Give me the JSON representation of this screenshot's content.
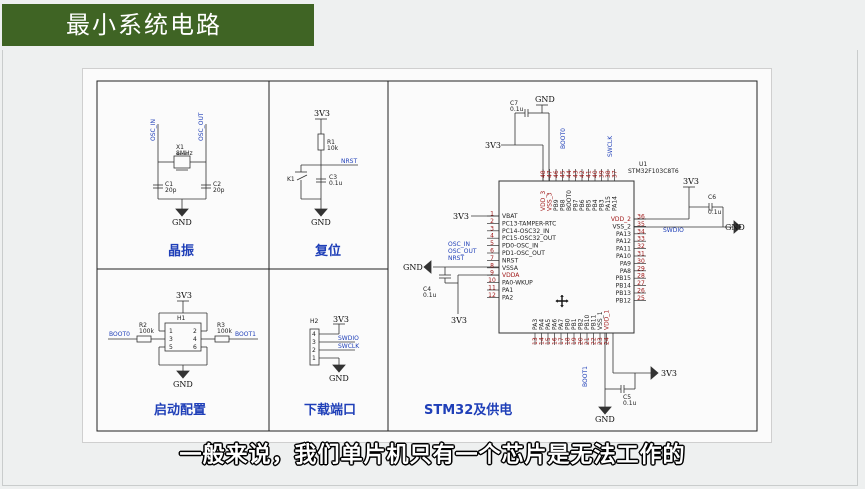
{
  "slide": {
    "title": "最小系统电路",
    "subtitle": "一般来说，我们单片机只有一个芯片是无法工作的"
  },
  "panels": {
    "crystal": "晶振",
    "reset": "复位",
    "boot": "启动配置",
    "download": "下载端口",
    "stm32": "STM32及供电"
  },
  "crystal": {
    "x1_ref": "X1",
    "x1_val": "8MHz",
    "c1_ref": "C1",
    "c1_val": "20p",
    "c2_ref": "C2",
    "c2_val": "20p",
    "osc_in": "OSC_IN",
    "osc_out": "OSC_OUT",
    "gnd": "GND"
  },
  "reset": {
    "vcc": "3V3",
    "r1_ref": "R1",
    "r1_val": "10k",
    "nrst": "NRST",
    "k1": "K1",
    "c3_ref": "C3",
    "c3_val": "0.1u",
    "gnd": "GND"
  },
  "boot": {
    "vcc": "3V3",
    "h1": "H1",
    "r2_ref": "R2",
    "r2_val": "100k",
    "r3_ref": "R3",
    "r3_val": "100k",
    "boot0": "BOOT0",
    "boot1": "BOOT1",
    "p1": "1",
    "p2": "2",
    "p3": "3",
    "p4": "4",
    "p5": "5",
    "p6": "6",
    "gnd": "GND"
  },
  "download": {
    "h2": "H2",
    "vcc": "3V3",
    "swdio": "SWDIO",
    "swclk": "SWCLK",
    "gnd": "GND",
    "p1": "1",
    "p2": "2",
    "p3": "3",
    "p4": "4"
  },
  "mcu": {
    "ref": "U1",
    "part": "STM32F103C8T6",
    "c7_ref": "C7",
    "c7_val": "0.1u",
    "c4_ref": "C4",
    "c4_val": "0.1u",
    "c5_ref": "C5",
    "c5_val": "0.1u",
    "c6_ref": "C6",
    "c6_val": "0.1u",
    "gnd": "GND",
    "vcc": "3V3",
    "left_pins": [
      "VBAT",
      "PC13-TAMPER-RTC",
      "PC14-OSC32_IN",
      "PC15-OSC32_OUT",
      "PD0-OSC_IN",
      "PD1-OSC_OUT",
      "NRST",
      "VSSA",
      "VDDA",
      "PA0-WKUP",
      "PA1",
      "PA2"
    ],
    "left_nums": [
      "1",
      "2",
      "3",
      "4",
      "5",
      "6",
      "7",
      "8",
      "9",
      "10",
      "11",
      "12"
    ],
    "right_pins": [
      "VDD_2",
      "VSS_2",
      "PA13",
      "PA12",
      "PA11",
      "PA10",
      "PA9",
      "PA8",
      "PB15",
      "PB14",
      "PB13",
      "PB12"
    ],
    "right_nums": [
      "36",
      "35",
      "34",
      "33",
      "32",
      "31",
      "30",
      "29",
      "28",
      "27",
      "26",
      "25"
    ],
    "top_pins": [
      "VDD_3",
      "VSS_3",
      "PB9",
      "PB8",
      "BOOT0",
      "PB7",
      "PB6",
      "PB5",
      "PB4",
      "PB3",
      "PA15",
      "PA14"
    ],
    "top_nums": [
      "48",
      "47",
      "46",
      "45",
      "44",
      "43",
      "42",
      "41",
      "40",
      "39",
      "38",
      "37"
    ],
    "bottom_pins": [
      "PA3",
      "PA4",
      "PA5",
      "PA6",
      "PA7",
      "PB0",
      "PB1",
      "PB2",
      "PB10",
      "PB11",
      "VSS_1",
      "VDD_1"
    ],
    "bottom_nums": [
      "13",
      "14",
      "15",
      "16",
      "17",
      "18",
      "19",
      "20",
      "21",
      "22",
      "23",
      "24"
    ],
    "net_osc_in": "OSC_IN",
    "net_osc_out": "OSC_OUT",
    "net_nrst": "NRST",
    "net_boot0": "BOOT0",
    "net_swclk": "SWCLK",
    "net_swdio": "SWDIO",
    "net_boot1": "BOOT1"
  }
}
